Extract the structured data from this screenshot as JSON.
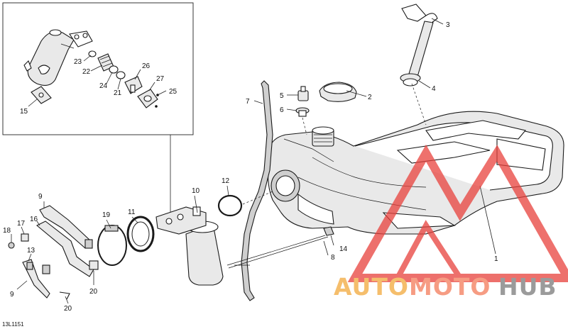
{
  "ref_code": "13L1151",
  "watermark": {
    "part1": "AUTO",
    "part2": "MOTO",
    "part3": "HUB",
    "colors": {
      "auto": "#f2a93b",
      "moto": "#f47c5a",
      "hub": "#7a7a7a",
      "triangle": "#e8413c"
    }
  },
  "callouts": [
    {
      "id": "c1",
      "label": "1"
    },
    {
      "id": "c2",
      "label": "2"
    },
    {
      "id": "c3",
      "label": "3"
    },
    {
      "id": "c4",
      "label": "4"
    },
    {
      "id": "c5",
      "label": "5"
    },
    {
      "id": "c6",
      "label": "6"
    },
    {
      "id": "c7",
      "label": "7"
    },
    {
      "id": "c8",
      "label": "8"
    },
    {
      "id": "c9a",
      "label": "9"
    },
    {
      "id": "c9b",
      "label": "9"
    },
    {
      "id": "c10",
      "label": "10"
    },
    {
      "id": "c11",
      "label": "11"
    },
    {
      "id": "c12",
      "label": "12"
    },
    {
      "id": "c13",
      "label": "13"
    },
    {
      "id": "c14",
      "label": "14"
    },
    {
      "id": "c15",
      "label": "15"
    },
    {
      "id": "c16",
      "label": "16"
    },
    {
      "id": "c17",
      "label": "17"
    },
    {
      "id": "c18",
      "label": "18"
    },
    {
      "id": "c19",
      "label": "19"
    },
    {
      "id": "c20a",
      "label": "20"
    },
    {
      "id": "c20b",
      "label": "20"
    },
    {
      "id": "c21",
      "label": "21"
    },
    {
      "id": "c22",
      "label": "22"
    },
    {
      "id": "c23",
      "label": "23"
    },
    {
      "id": "c24",
      "label": "24"
    },
    {
      "id": "c25",
      "label": "25"
    },
    {
      "id": "c26",
      "label": "26"
    },
    {
      "id": "c27",
      "label": "27"
    }
  ]
}
